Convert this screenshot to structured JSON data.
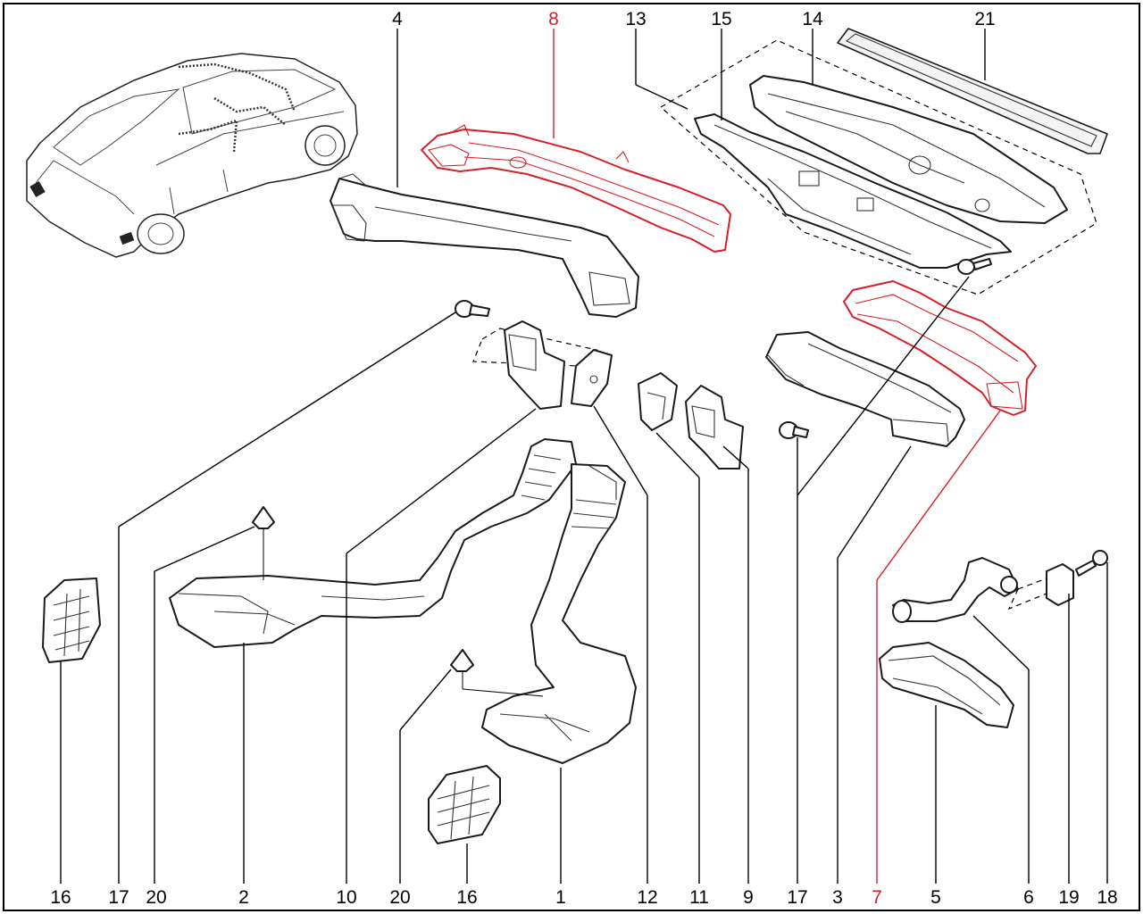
{
  "diagram": {
    "type": "exploded-parts-diagram",
    "highlight_color": "#d61f26",
    "callouts": [
      {
        "id": "c-top-4",
        "label": "4",
        "highlighted": false
      },
      {
        "id": "c-top-8",
        "label": "8",
        "highlighted": true
      },
      {
        "id": "c-top-13",
        "label": "13",
        "highlighted": false
      },
      {
        "id": "c-top-15",
        "label": "15",
        "highlighted": false
      },
      {
        "id": "c-top-14",
        "label": "14",
        "highlighted": false
      },
      {
        "id": "c-top-21",
        "label": "21",
        "highlighted": false
      },
      {
        "id": "c-bot-16a",
        "label": "16",
        "highlighted": false
      },
      {
        "id": "c-bot-17a",
        "label": "17",
        "highlighted": false
      },
      {
        "id": "c-bot-20a",
        "label": "20",
        "highlighted": false
      },
      {
        "id": "c-bot-2",
        "label": "2",
        "highlighted": false
      },
      {
        "id": "c-bot-10",
        "label": "10",
        "highlighted": false
      },
      {
        "id": "c-bot-20b",
        "label": "20",
        "highlighted": false
      },
      {
        "id": "c-bot-16b",
        "label": "16",
        "highlighted": false
      },
      {
        "id": "c-bot-1",
        "label": "1",
        "highlighted": false
      },
      {
        "id": "c-bot-12",
        "label": "12",
        "highlighted": false
      },
      {
        "id": "c-bot-11",
        "label": "11",
        "highlighted": false
      },
      {
        "id": "c-bot-9",
        "label": "9",
        "highlighted": false
      },
      {
        "id": "c-bot-17b",
        "label": "17",
        "highlighted": false
      },
      {
        "id": "c-bot-3",
        "label": "3",
        "highlighted": false
      },
      {
        "id": "c-bot-7",
        "label": "7",
        "highlighted": true
      },
      {
        "id": "c-bot-5",
        "label": "5",
        "highlighted": false
      },
      {
        "id": "c-bot-6",
        "label": "6",
        "highlighted": false
      },
      {
        "id": "c-bot-19",
        "label": "19",
        "highlighted": false
      },
      {
        "id": "c-bot-18",
        "label": "18",
        "highlighted": false
      }
    ]
  }
}
